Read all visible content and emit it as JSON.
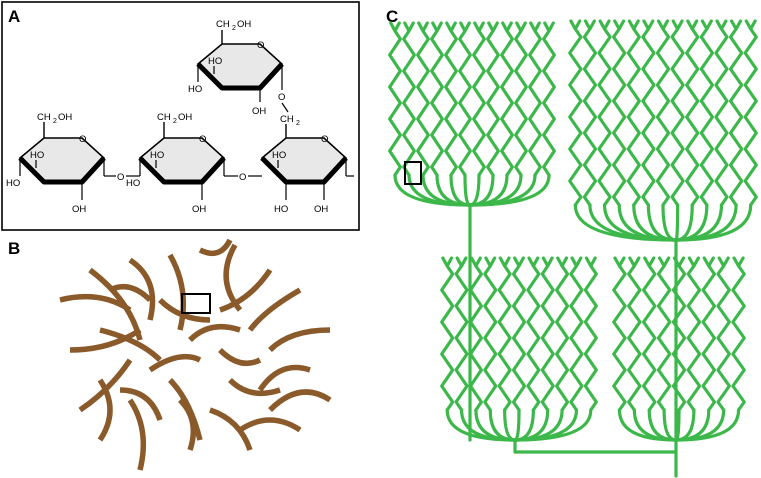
{
  "panels": {
    "a": {
      "label": "A"
    },
    "b": {
      "label": "B"
    },
    "c": {
      "label": "C"
    }
  },
  "chem": {
    "ch2oh": "CH",
    "sub2": "2",
    "oh": "OH",
    "ho": "HO",
    "o": "O",
    "ch2": "CH"
  },
  "colors": {
    "frame": "#000000",
    "ring_fill": "#e8e8e8",
    "ring_bold": "#000000",
    "branch_brown": "#8b5a2b",
    "tree_green": "#3cb84a",
    "highlight_box": "#000000"
  }
}
